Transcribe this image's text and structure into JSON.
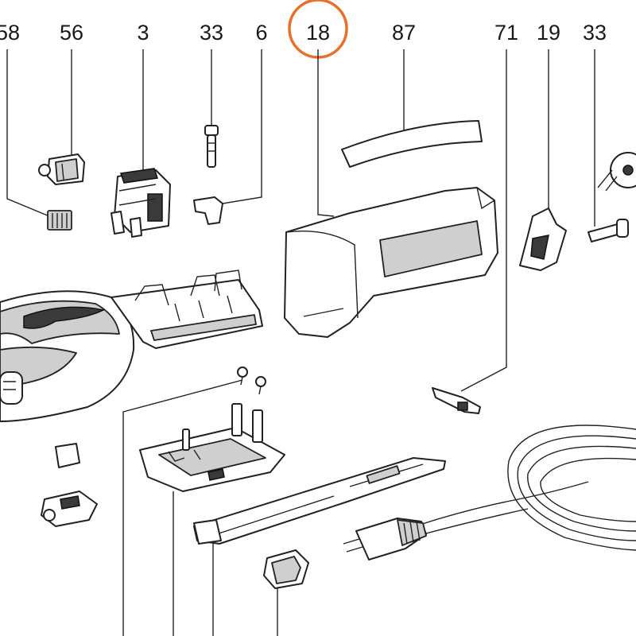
{
  "labels": {
    "p58": "58",
    "p56": "56",
    "p3": "3",
    "p33a": "33",
    "p6": "6",
    "p18": "18",
    "p87": "87",
    "p71": "71",
    "p19": "19",
    "p33b": "33"
  },
  "colors": {
    "highlight": "#e8702a",
    "ink": "#222222",
    "shade": "#3a3a3a"
  },
  "highlighted_part": "18"
}
